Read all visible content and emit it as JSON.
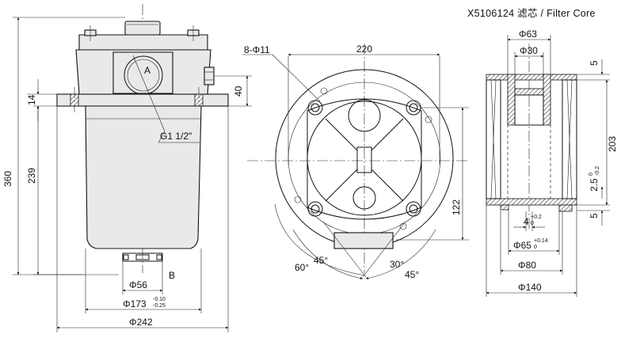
{
  "title": "X5106124 滤芯 / Filter Core",
  "side_view": {
    "port_thread": "G1 1/2\"",
    "port_label": "A",
    "drain_label": "B",
    "dims": {
      "overall_height": "360",
      "body_height": "239",
      "flange_thickness": "14",
      "port_offset": "40",
      "drain_dia": "Φ56",
      "body_dia": "Φ173",
      "body_dia_tol_upper": "-0.10",
      "body_dia_tol_lower": "-0.25",
      "flange_dia": "Φ242"
    }
  },
  "top_view": {
    "bolt_holes": "8-Φ11",
    "dims": {
      "width": "220",
      "height": "122",
      "angle_a": "60°",
      "angle_b": "45°",
      "angle_c": "30°",
      "angle_d": "45°"
    }
  },
  "filter_core": {
    "dims": {
      "top_dia": "Φ63",
      "inner_dia": "Φ30",
      "top_gap": "5",
      "height": "203",
      "bottom_gap": "5",
      "side_dim": "2.5",
      "side_tol_upper": "0",
      "side_tol_lower": "-0.2",
      "groove": "4",
      "groove_tol_upper": "+0.2",
      "groove_tol_lower": "0",
      "bore_dia": "Φ65",
      "bore_tol_upper": "+0.14",
      "bore_tol_lower": "0",
      "core_dia": "Φ80",
      "outer_dia": "Φ140"
    }
  }
}
